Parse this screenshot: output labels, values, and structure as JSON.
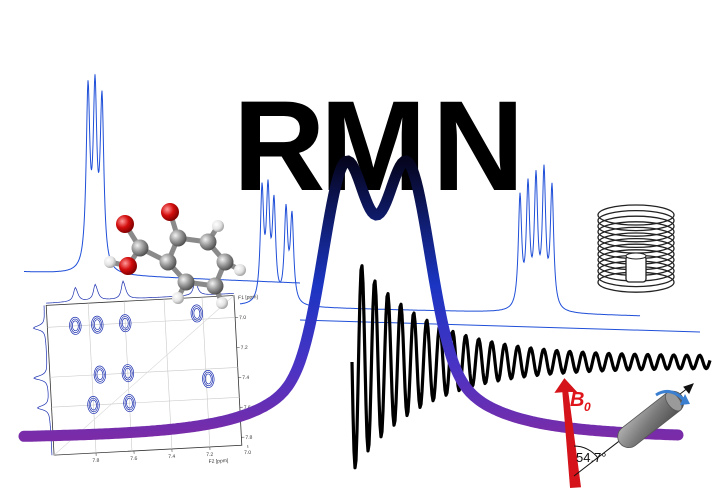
{
  "title": {
    "r": "R",
    "m": "M",
    "n": "N"
  },
  "field_label": {
    "main": "B",
    "sub": "0"
  },
  "magic_angle": "54.7°",
  "spectrum_2d": {
    "x_ticks": [
      "7.8",
      "7.6",
      "7.4",
      "7.2",
      "7.0"
    ],
    "y_ticks": [
      "7.0",
      "7.2",
      "7.4",
      "7.6",
      "7.8"
    ],
    "x_axis_label": "F2 [ppm]",
    "y_axis_label": "F1 [ppm]"
  },
  "colors": {
    "spectrum_blue": "#1f4fd8",
    "peak_top": "#0a0a3a",
    "peak_mid": "#1a3bbf",
    "peak_base": "#7a2ca8",
    "fid": "#000000",
    "b0_arrow": "#d4141a",
    "rotor": "#7d7d7d",
    "rotation_arrow": "#3a7fd0"
  }
}
